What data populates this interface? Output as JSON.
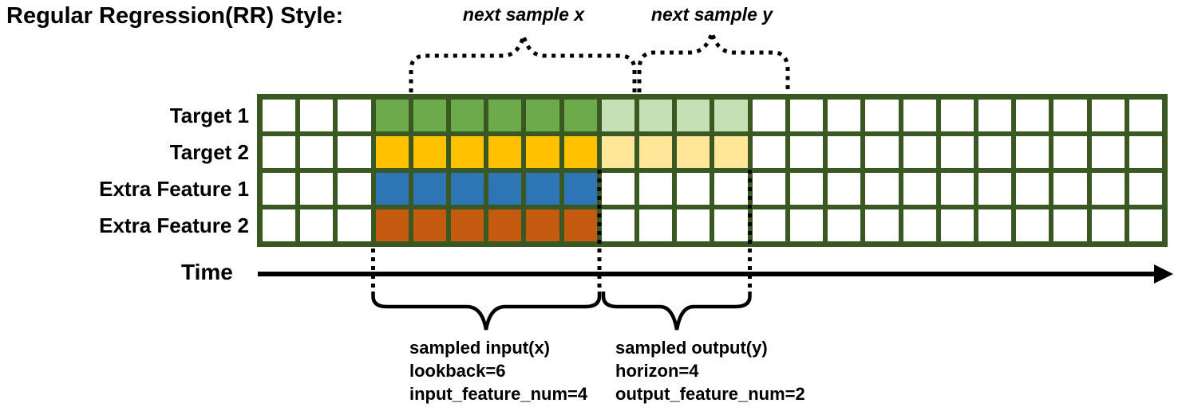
{
  "title": "Regular Regression(RR) Style:",
  "top_annotations": [
    {
      "label": "next sample x"
    },
    {
      "label": "next sample y"
    }
  ],
  "grid": {
    "total_steps": 24,
    "blank_before": 3,
    "lookback": 6,
    "horizon": 4,
    "rows": [
      {
        "label": "Target 1",
        "input_color": "#6CAA4C",
        "output_color": "#C5E0B4"
      },
      {
        "label": "Target 2",
        "input_color": "#FFC000",
        "output_color": "#FFE699"
      },
      {
        "label": "Extra Feature 1",
        "input_color": "#2E75B6",
        "output_color": null
      },
      {
        "label": "Extra Feature 2",
        "input_color": "#C55A11",
        "output_color": null
      }
    ]
  },
  "axis": {
    "label": "Time"
  },
  "bottom_annotations": [
    {
      "lines": [
        "sampled input(x)",
        "lookback=6",
        "input_feature_num=4"
      ]
    },
    {
      "lines": [
        "sampled output(y)",
        "horizon=4",
        "output_feature_num=2"
      ]
    }
  ],
  "palette": {
    "grid_border": "#3A5822",
    "cell_blank": "#FFFFFF",
    "annotation_color": "#000000"
  }
}
